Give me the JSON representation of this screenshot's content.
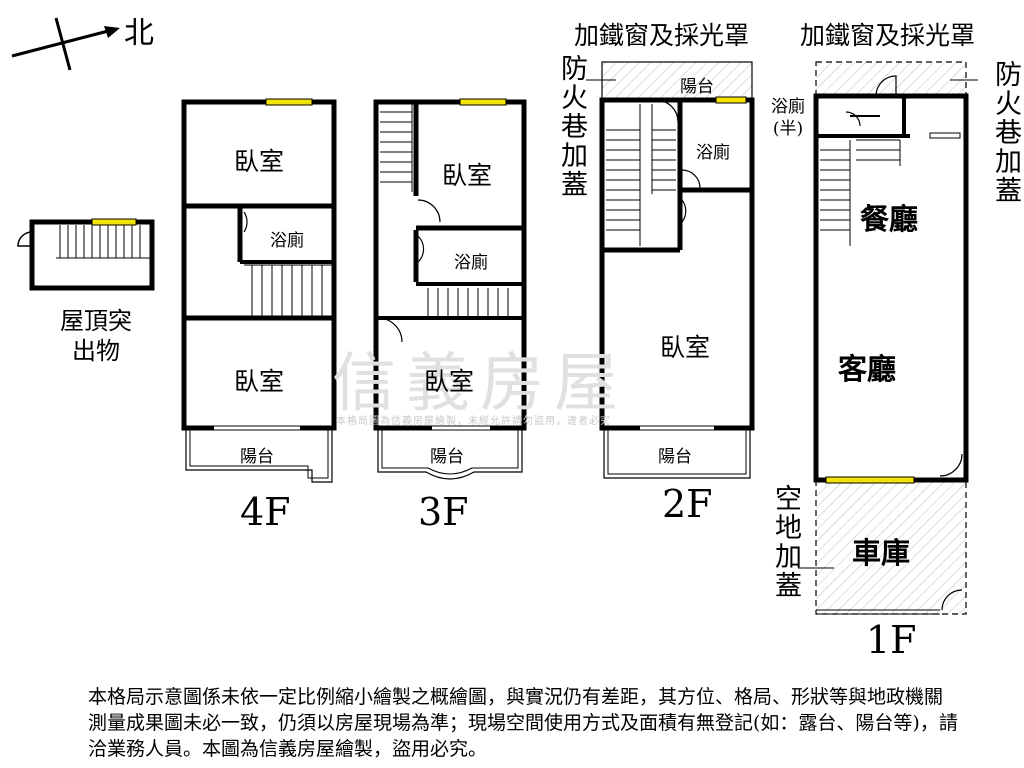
{
  "compass": {
    "label": "北"
  },
  "roof": {
    "label": "屋頂突出物"
  },
  "floors": [
    {
      "level": "4F",
      "rooms": [
        "臥室",
        "浴廁",
        "臥室"
      ],
      "balcony": "陽台"
    },
    {
      "level": "3F",
      "rooms": [
        "臥室",
        "浴廁",
        "臥室"
      ],
      "balcony": "陽台"
    },
    {
      "level": "2F",
      "rooms": [
        "浴廁",
        "臥室"
      ],
      "balcony_front": "陽台",
      "balcony_rear": "陽台",
      "header": "加鐵窗及採光罩",
      "side_note": "防火巷加蓋"
    },
    {
      "level": "1F",
      "rooms": [
        "浴廁(半)",
        "餐廳",
        "客廳",
        "車庫"
      ],
      "header": "加鐵窗及採光罩",
      "side_note": "防火巷加蓋",
      "front_note": "空地加蓋"
    }
  ],
  "watermark": {
    "brand": "信義房屋",
    "notice": "本格局圖為信義房屋繪製，未經允許請勿盜用，違者必究"
  },
  "disclaimer": "本格局示意圖係未依一定比例縮小繪製之概繪圖，與實況仍有差距，其方位、格局、形狀等與地政機關測量成果圖未必一致，仍須以房屋現場為準；現場空間使用方式及面積有無登記(如：露台、陽台等)，請洽業務人員。本圖為信義房屋繪製，盜用必究。"
}
